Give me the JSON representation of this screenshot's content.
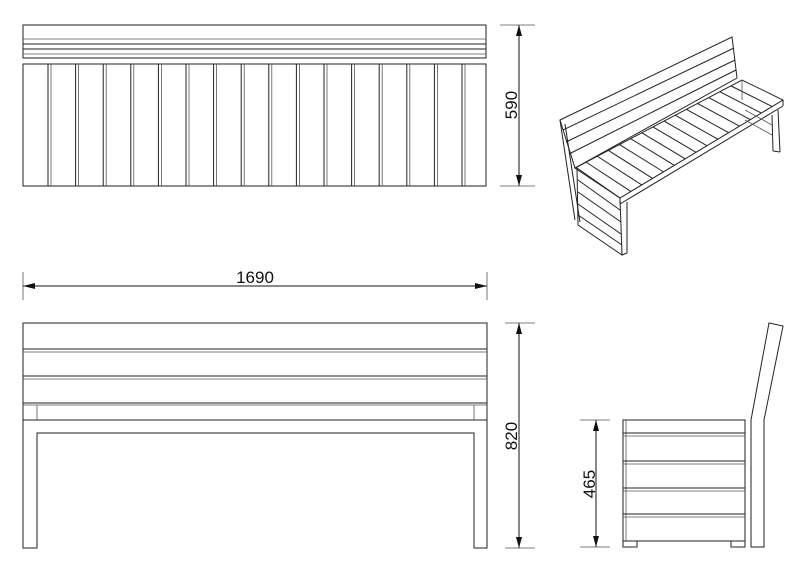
{
  "dimensions": {
    "depth": "590",
    "length": "1690",
    "height": "820",
    "seat_height": "465"
  },
  "views": {
    "top_seat_slat_gaps": 16,
    "front_back_slats": 3,
    "side_seat_slat_lines": 4,
    "iso_seat_slats": 14
  },
  "colors": {
    "line": "#222222",
    "background": "#ffffff"
  }
}
